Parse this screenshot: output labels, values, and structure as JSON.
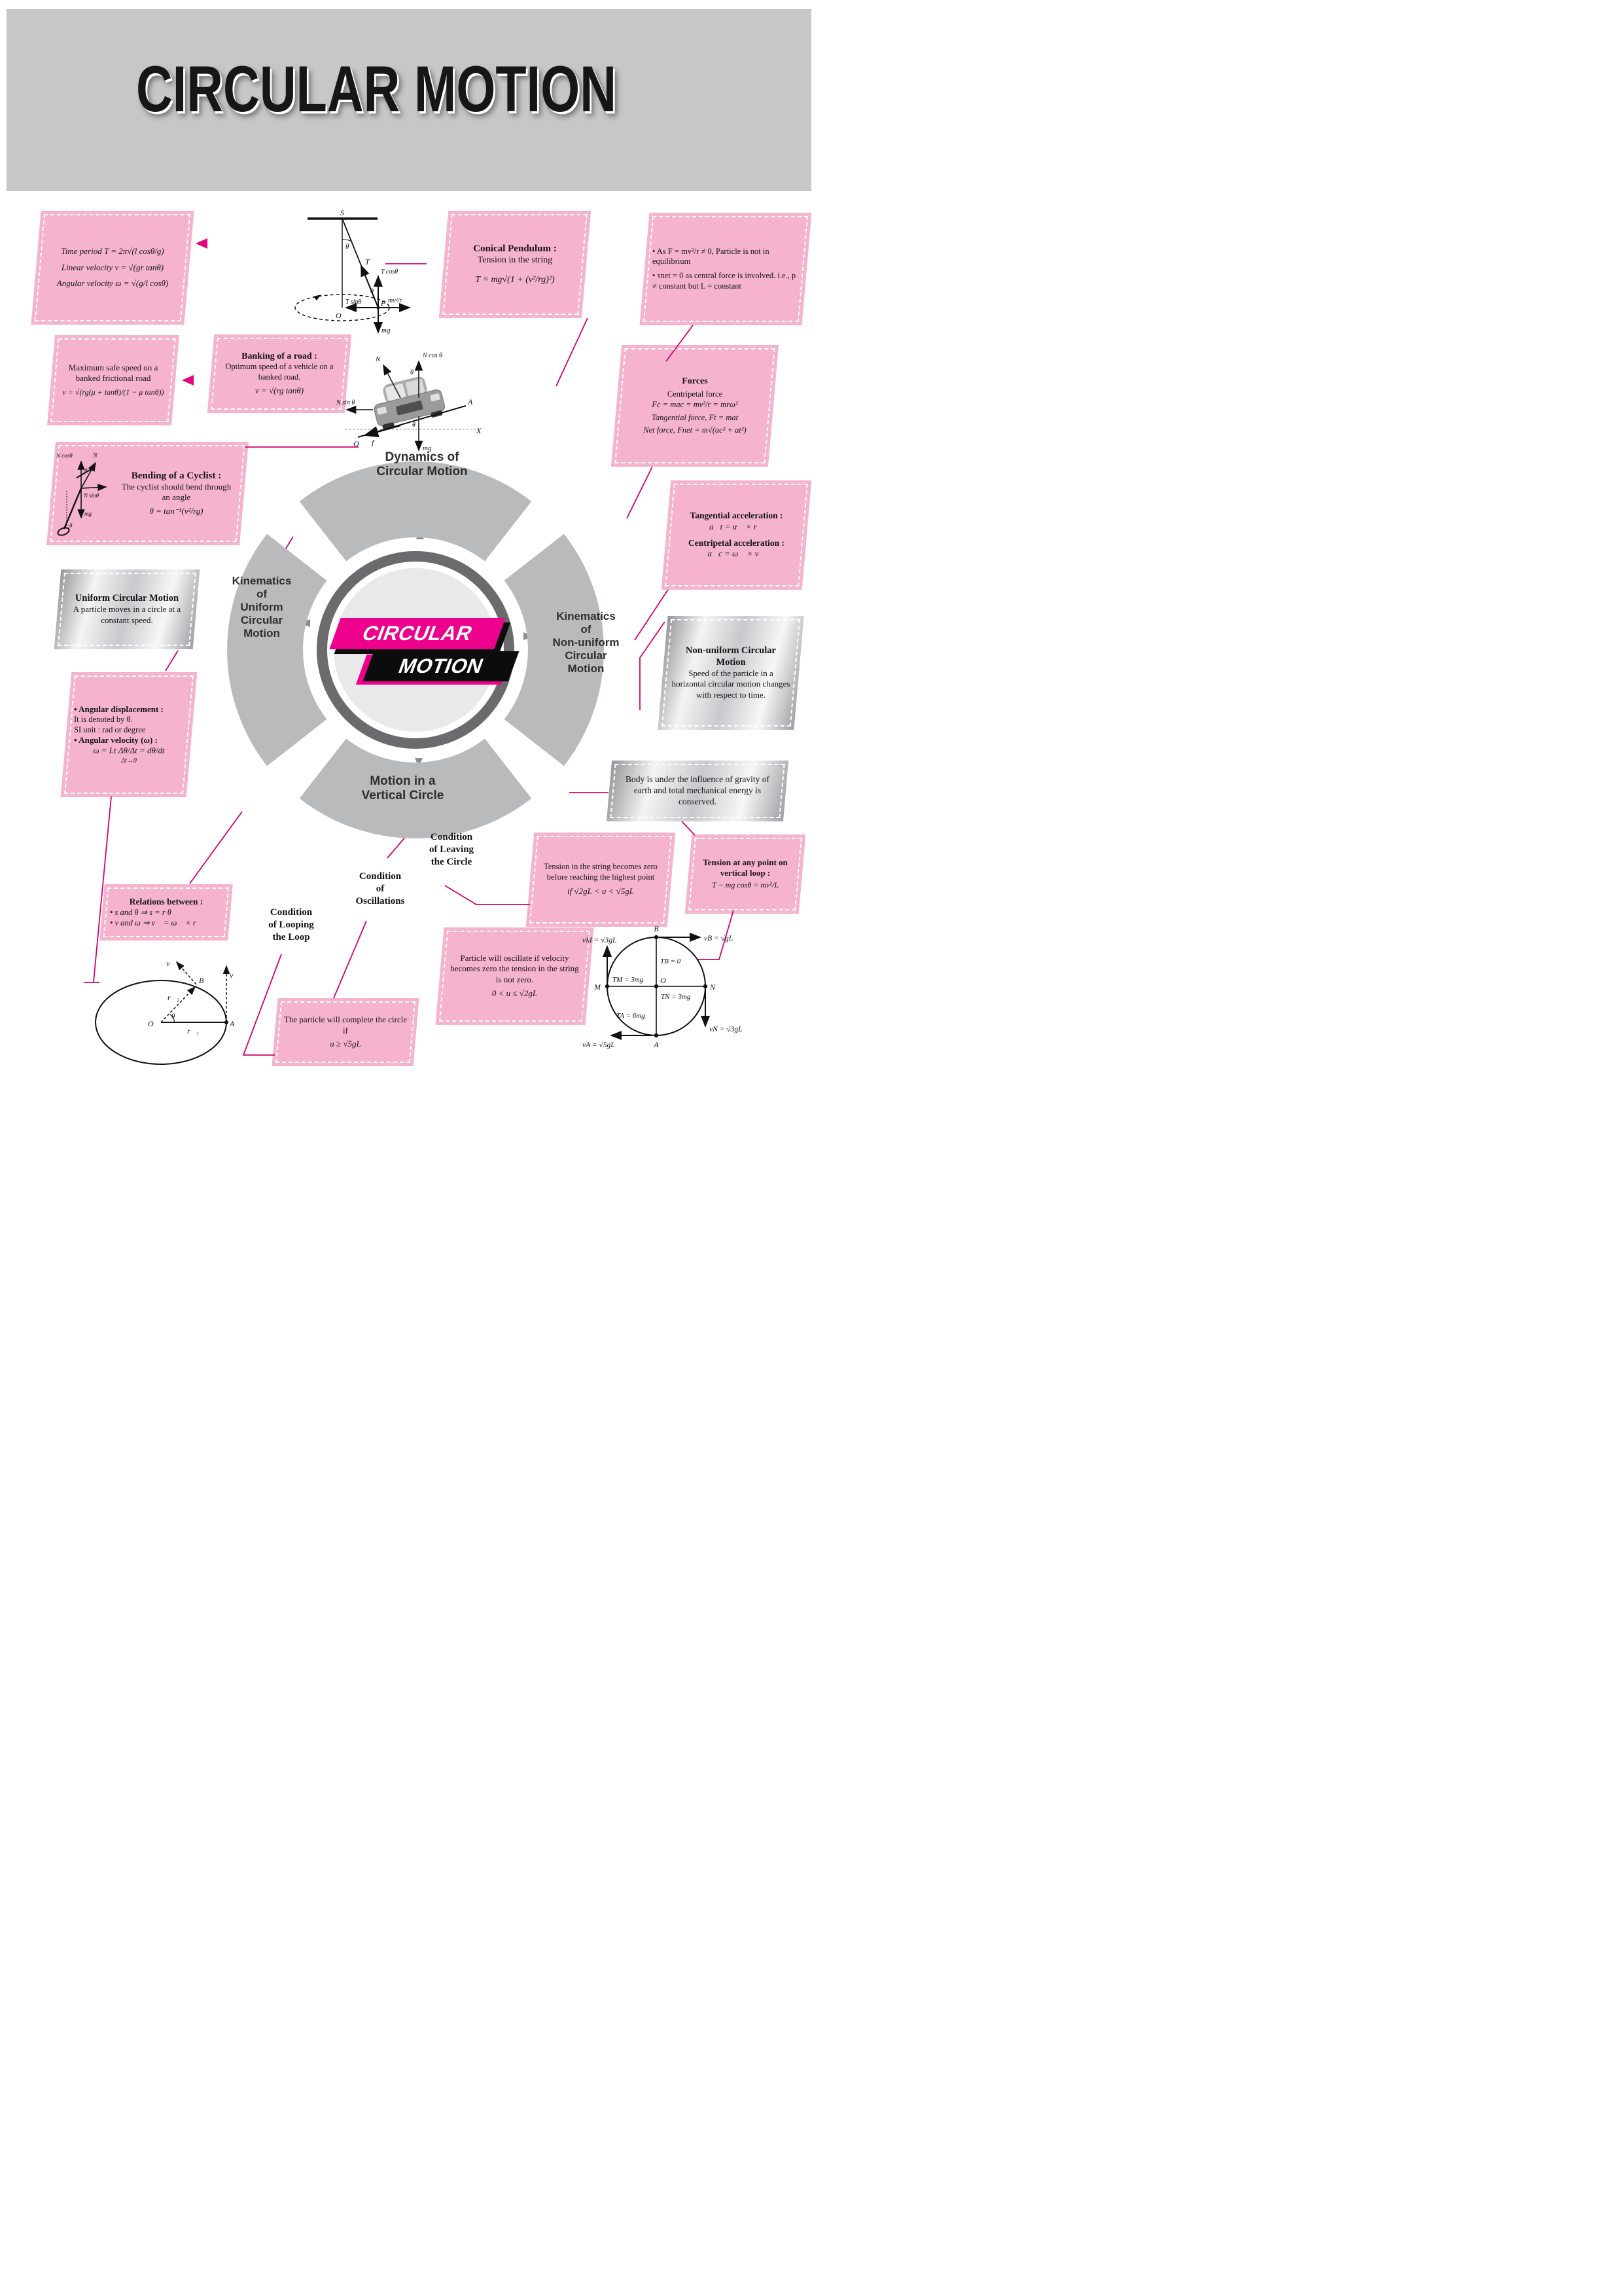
{
  "page": {
    "title": "CIRCULAR MOTION"
  },
  "colors": {
    "pink_box": "#f5b3cd",
    "magenta_accent": "#e5007d",
    "logo_magenta": "#ec008c",
    "header_gray": "#c7c7c7",
    "petal_gray": "#b9babc",
    "ring_gray": "#6b6b6d"
  },
  "hub": {
    "word1": "CIRCULAR",
    "word2": "MOTION",
    "seg_top": "Dynamics of\nCircular Motion",
    "seg_left": "Kinematics\nof\nUniform\nCircular\nMotion",
    "seg_right": "Kinematics\nof\nNon-uniform\nCircular\nMotion",
    "seg_bottom": "Motion in a\nVertical Circle"
  },
  "labels": {
    "leaving": "Condition\nof Leaving\nthe Circle",
    "oscillations": "Condition\nof\nOscillations",
    "looping": "Condition\nof Looping\nthe Loop"
  },
  "boxes": {
    "pendulum_formulas": {
      "lines": [
        "Time period T = 2π√(l cosθ/g)",
        "Linear velocity v = √(gr tanθ)",
        "Angular velocity ω = √(g/l cosθ)"
      ]
    },
    "conical": {
      "title": "Conical Pendulum :",
      "subtitle": "Tension in the string",
      "formula": "T = mg√(1 + (v²/rg)²)"
    },
    "equilibrium": {
      "line1": "• As F = mv²/r ≠ 0, Particle is not in equilibrium",
      "line2": "• τnet = 0 as central force is involved. i.e., p ≠ constant but L = constant"
    },
    "max_safe": {
      "title": "Maximum safe speed on a banked frictional road",
      "formula": "v = √(rg(μ + tanθ)/(1 − μ tanθ))"
    },
    "banking": {
      "title": "Banking of a road :",
      "text": "Optimum speed of a vehicle on a banked road.",
      "formula": "v = √(rg tanθ)"
    },
    "forces": {
      "title": "Forces",
      "lines": [
        "Centripetal force",
        "Fc = mac = mv²/r = mrω²",
        "Tangential force, Ft = mat",
        "Net force, Fnet = m√(ac² + at²)"
      ]
    },
    "cyclist": {
      "title": "Bending of a Cyclist :",
      "text": "The cyclist should bend through an angle",
      "formula": "θ = tan⁻¹(v²/rg)"
    },
    "accel": {
      "title1": "Tangential acceleration :",
      "f1": "a⃗t = α⃗ × r⃗",
      "title2": "Centripetal acceleration :",
      "f2": "a⃗c = ω⃗ × v⃗"
    },
    "ucm": {
      "title": "Uniform Circular Motion",
      "text": "A particle moves in a circle at a constant speed."
    },
    "nucm": {
      "title": "Non-uniform Circular Motion",
      "text": "Speed of the particle in a horizontal circular motion changes with respect to time."
    },
    "angular": {
      "line1": "• Angular displacement :",
      "line2": "It is denoted by θ.",
      "line3": "SI unit : rad or degree",
      "line4": "• Angular velocity (ω) :",
      "formula": "ω = Lt Δθ/Δt = dθ/dt",
      "limit": "Δt→0"
    },
    "gravity": {
      "text": "Body is under the influence of gravity of earth and total mechanical energy is conserved."
    },
    "tension_zero": {
      "text": "Tension in the string becomes zero before reaching the highest point",
      "formula": "if √2gL < u < √5gL"
    },
    "tension_any": {
      "title": "Tension at any point on vertical loop :",
      "formula": "T − mg cosθ = mv²/L"
    },
    "relations": {
      "title": "Relations between :",
      "line1": "• s and θ ⇒ s = r θ",
      "line2": "• v and ω ⇒ v⃗ = ω⃗ × r⃗"
    },
    "oscillate": {
      "text": "Particle will oscillate if velocity becomes zero the tension in the string is not zero.",
      "formula": "0 < u ≤ √2gL"
    },
    "complete": {
      "text": "The particle will complete the circle if",
      "formula": "u ≥ √5gL"
    }
  },
  "diagrams": {
    "conical": {
      "s": "S",
      "t": "T",
      "tcos": "T cosθ",
      "tsin": "T sinθ",
      "theta1": "θ",
      "theta2": "θ",
      "o": "O",
      "p": "P",
      "mv2r": "mv²/r",
      "mg": "mg"
    },
    "car": {
      "n": "N",
      "ncos": "N cos θ",
      "nsin": "N sin θ",
      "theta1": "θ",
      "theta2": "θ",
      "o": "O",
      "f": "f",
      "mg": "mg",
      "a": "A",
      "x": "X"
    },
    "cyclist": {
      "ncos": "N cosθ",
      "n": "N",
      "theta1": "θ",
      "nsin": "N sinθ",
      "mg": "mg",
      "theta2": "θ"
    },
    "hcircle": {
      "vprime": "v⃗′",
      "b": "B",
      "v": "v⃗",
      "r2": "r⃗₂",
      "o": "O",
      "theta": "θ",
      "r1": "r⃗₁",
      "a": "A"
    },
    "vcircle": {
      "b": "B",
      "m": "M",
      "o": "O",
      "n": "N",
      "a": "A",
      "tb": "TB = 0",
      "tm": "TM = 3mg",
      "tn": "TN = 3mg",
      "ta": "TA = 6mg",
      "vb": "vB = √gL",
      "vm": "vM = √3gL",
      "vn": "vN = √3gL",
      "va": "vA = √5gL"
    }
  }
}
